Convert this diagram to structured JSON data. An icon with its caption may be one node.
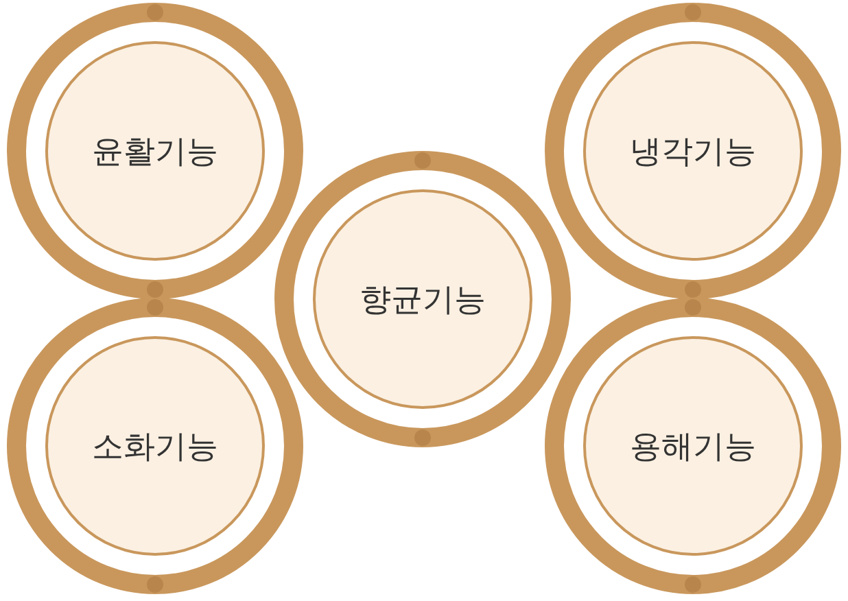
{
  "diagram": {
    "nodes": [
      {
        "text": [
          "윤활기능"
        ]
      },
      {
        "text": [
          "소화기능"
        ]
      },
      {
        "text": [
          "냉각기능"
        ]
      },
      {
        "text": [
          "용해기능"
        ]
      },
      {
        "text": [
          "향균기능"
        ]
      }
    ]
  }
}
